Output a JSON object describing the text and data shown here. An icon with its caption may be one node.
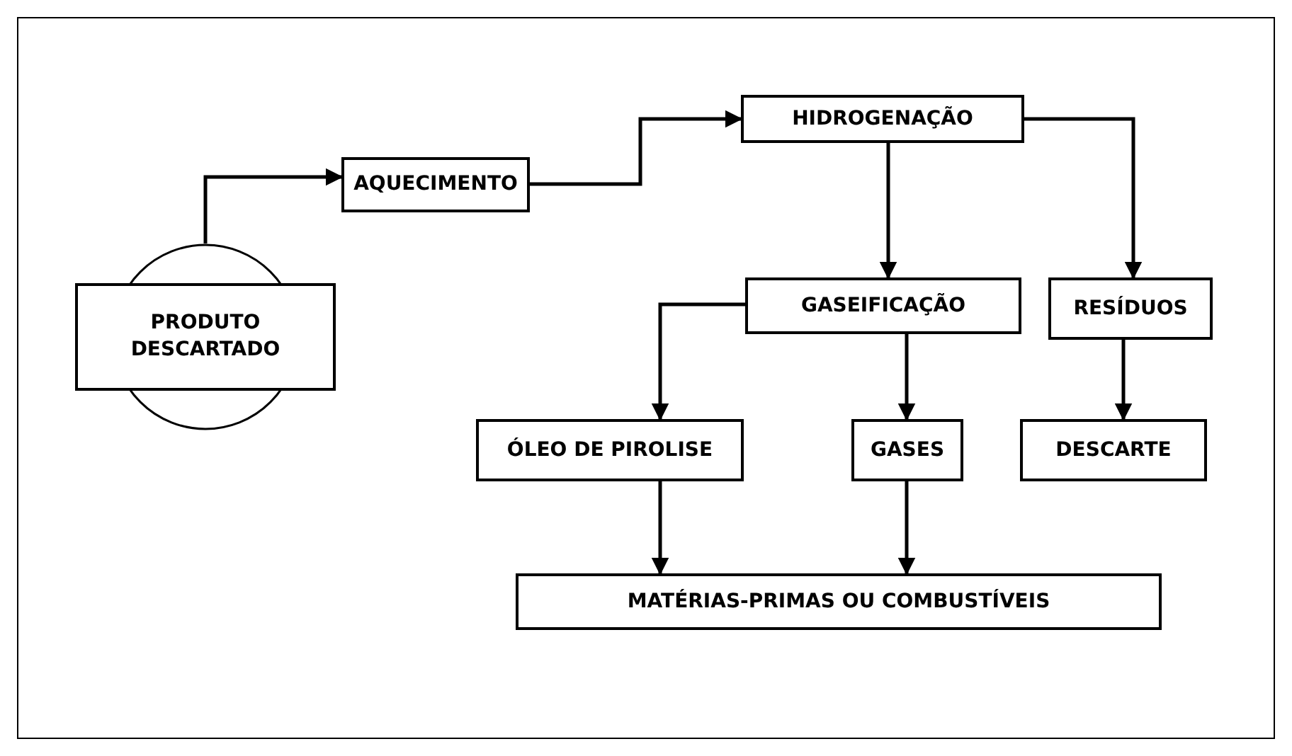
{
  "diagram": {
    "nodes": [
      {
        "text": [
          "PRODUTO DESCARTADO"
        ]
      },
      {
        "text": [
          "AQUECIMENTO"
        ]
      },
      {
        "text": [
          "HIDROGENAÇÃO"
        ]
      },
      {
        "text": [
          "GASEIFICAÇÃO"
        ]
      },
      {
        "text": [
          "RESÍDUOS"
        ]
      },
      {
        "text": [
          "ÓLEO DE PIROLISE"
        ]
      },
      {
        "text": [
          "GASES"
        ]
      },
      {
        "text": [
          "DESCARTE"
        ]
      },
      {
        "text": [
          "MATÉRIAS-PRIMAS OU COMBUSTÍVEIS"
        ]
      }
    ],
    "edges": [
      {
        "from": 0,
        "to": 1,
        "arrow": "to"
      },
      {
        "from": 1,
        "to": 2,
        "arrow": "to"
      },
      {
        "from": 2,
        "to": 3,
        "arrow": "to"
      },
      {
        "from": 2,
        "to": 4,
        "arrow": "to"
      },
      {
        "from": 3,
        "to": 5,
        "arrow": "to"
      },
      {
        "from": 3,
        "to": 6,
        "arrow": "to"
      },
      {
        "from": 4,
        "to": 7,
        "arrow": "to"
      },
      {
        "from": 5,
        "to": 8,
        "arrow": "to"
      },
      {
        "from": 6,
        "to": 8,
        "arrow": "to"
      }
    ]
  }
}
